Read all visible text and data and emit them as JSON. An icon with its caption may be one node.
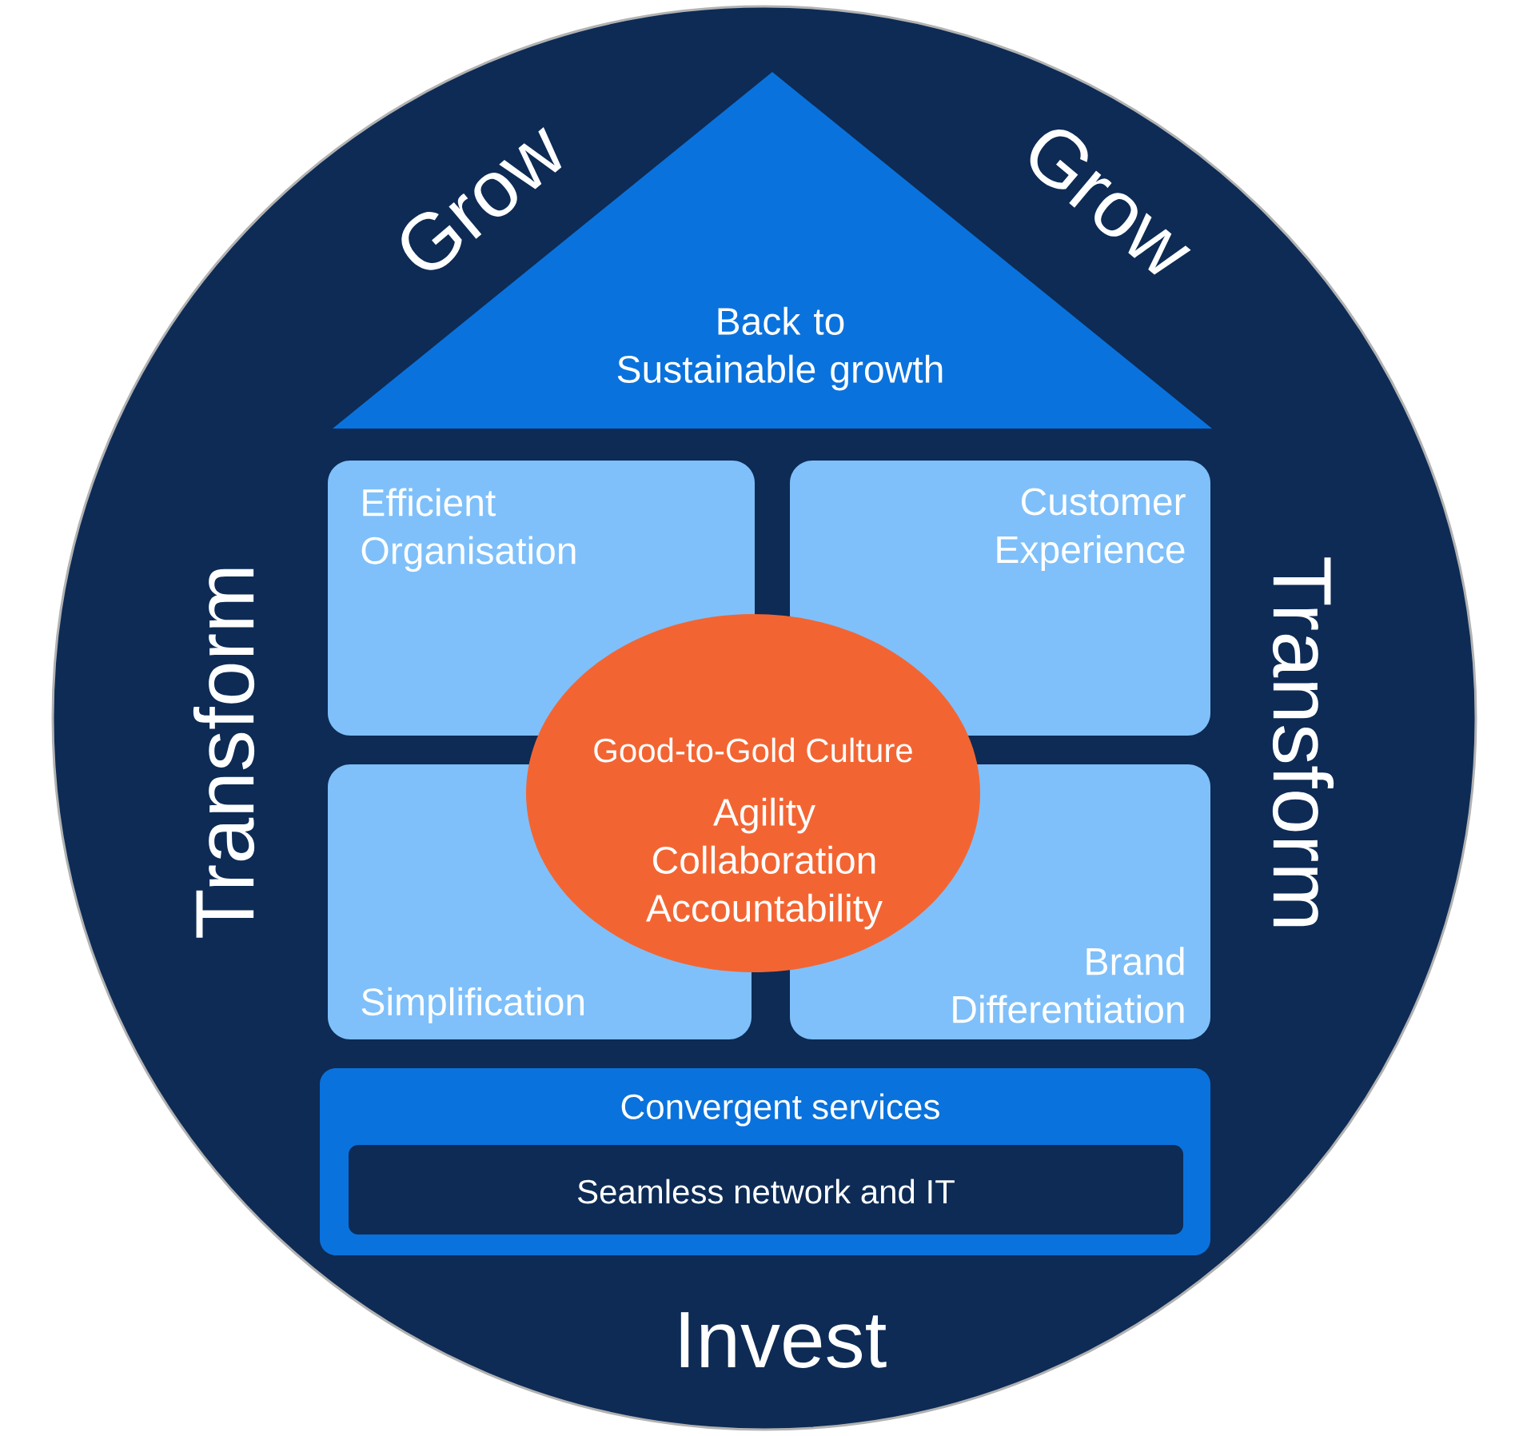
{
  "diagram": {
    "nodes": [
      {
        "text": [
          "Back to Sustainable growth"
        ]
      },
      {
        "text": [
          "Efficient Organisation"
        ]
      },
      {
        "text": [
          "Customer Experience"
        ]
      },
      {
        "text": [
          "Simplification"
        ]
      },
      {
        "text": [
          "Brand Differentiation"
        ]
      },
      {
        "text": [
          "Good-to-Gold Culture",
          "Agility Collaboration Accountability"
        ]
      },
      {
        "text": [
          "Convergent services"
        ]
      },
      {
        "text": [
          "Seamless network and IT"
        ],
        "in": 6
      }
    ],
    "edges": [],
    "labels": [
      "Grow",
      "Grow",
      "Transform",
      "Transform",
      "Invest"
    ]
  }
}
